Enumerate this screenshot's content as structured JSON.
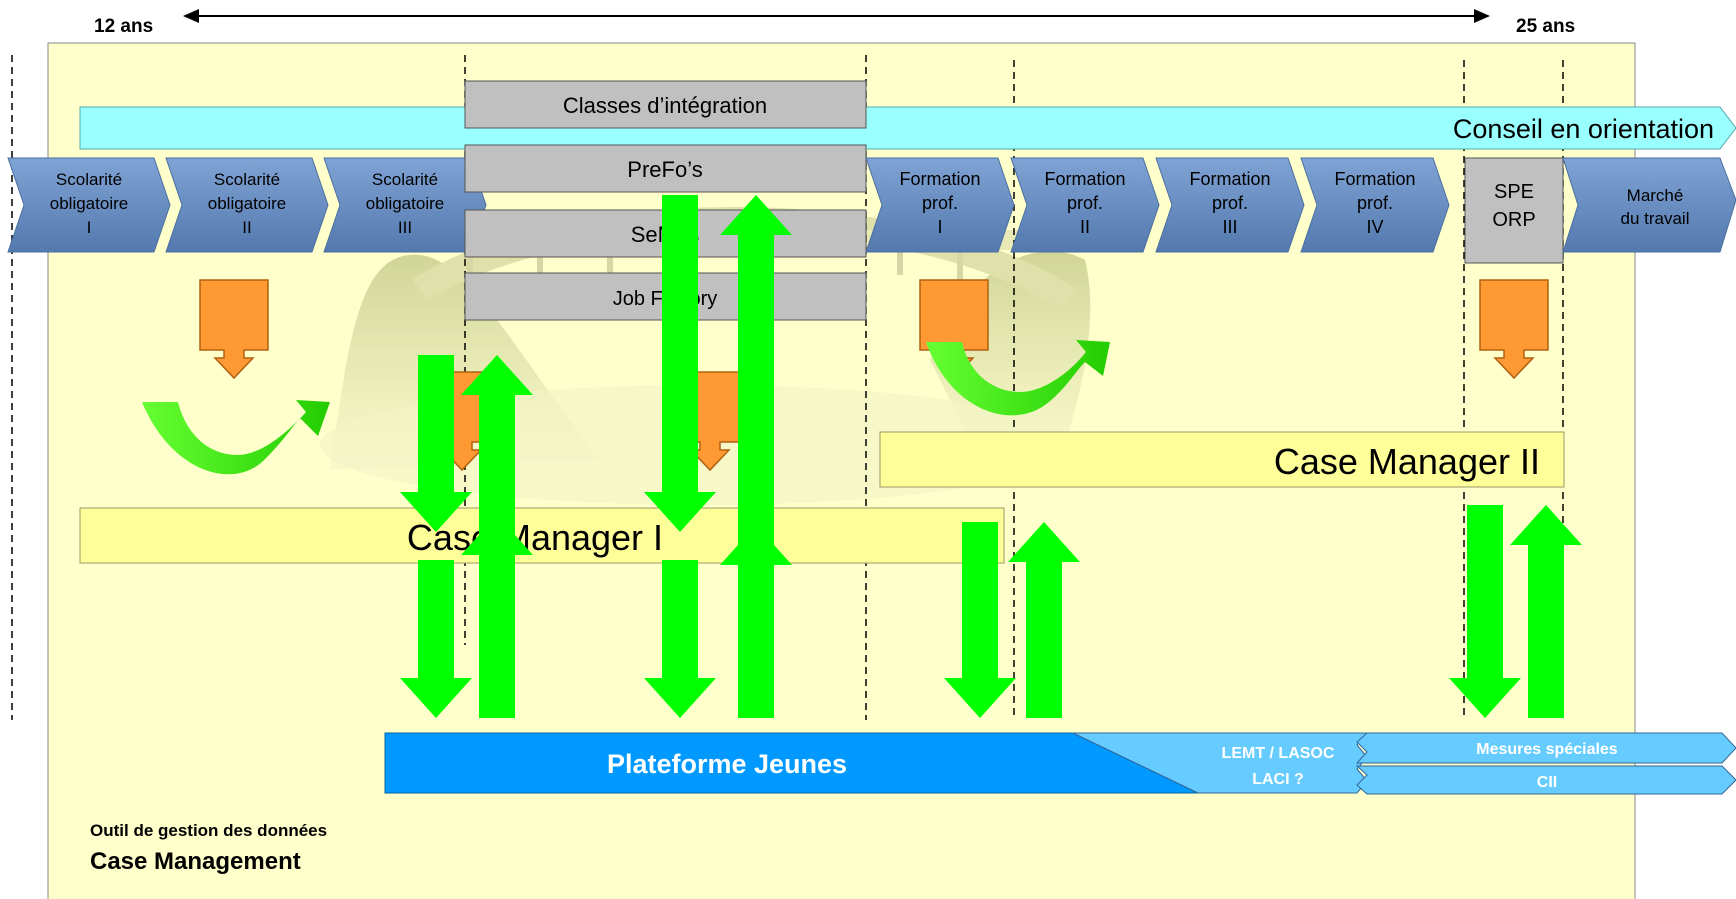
{
  "age_range": {
    "start": "12 ans",
    "end": "25 ans"
  },
  "guidance_bar": "Conseil en orientation",
  "school_stages": [
    {
      "line1": "Scolarité",
      "line2": "obligatoire",
      "line3": "I"
    },
    {
      "line1": "Scolarité",
      "line2": "obligatoire",
      "line3": "II"
    },
    {
      "line1": "Scolarité",
      "line2": "obligatoire",
      "line3": "III"
    }
  ],
  "transition_offers": [
    "Classes d’intégration",
    "PreFo’s",
    "SeMos",
    "Job Factory"
  ],
  "training_stages": [
    {
      "line1": "Formation",
      "line2": "prof.",
      "line3": "I"
    },
    {
      "line1": "Formation",
      "line2": "prof.",
      "line3": "II"
    },
    {
      "line1": "Formation",
      "line2": "prof.",
      "line3": "III"
    },
    {
      "line1": "Formation",
      "line2": "prof.",
      "line3": "IV"
    }
  ],
  "spe_box": {
    "line1": "SPE",
    "line2": "ORP"
  },
  "labour_market": {
    "line1": "Marché",
    "line2": "du travail"
  },
  "case_manager_1": "Case Manager I",
  "case_manager_2": "Case Manager II",
  "platform": "Plateforme Jeunes",
  "law_box": {
    "line1": "LEMT / LASOC",
    "line2": "LACI ?"
  },
  "special_measures": {
    "top": "Mesures spéciales",
    "bottom": "CII"
  },
  "footer": {
    "subtitle": "Outil de gestion des données",
    "title": "Case Management"
  },
  "colors": {
    "background_panel": "#FFFFCC",
    "guidance_bar": "#99FFFF",
    "chevron": "#5B8AC0",
    "grey_box": "#C0C0C0",
    "case_manager": "#FFFF99",
    "arrow_green": "#00FF00",
    "arrow_orange": "#FF9933",
    "platform": "#0099FF",
    "law_box": "#66CCFF"
  }
}
